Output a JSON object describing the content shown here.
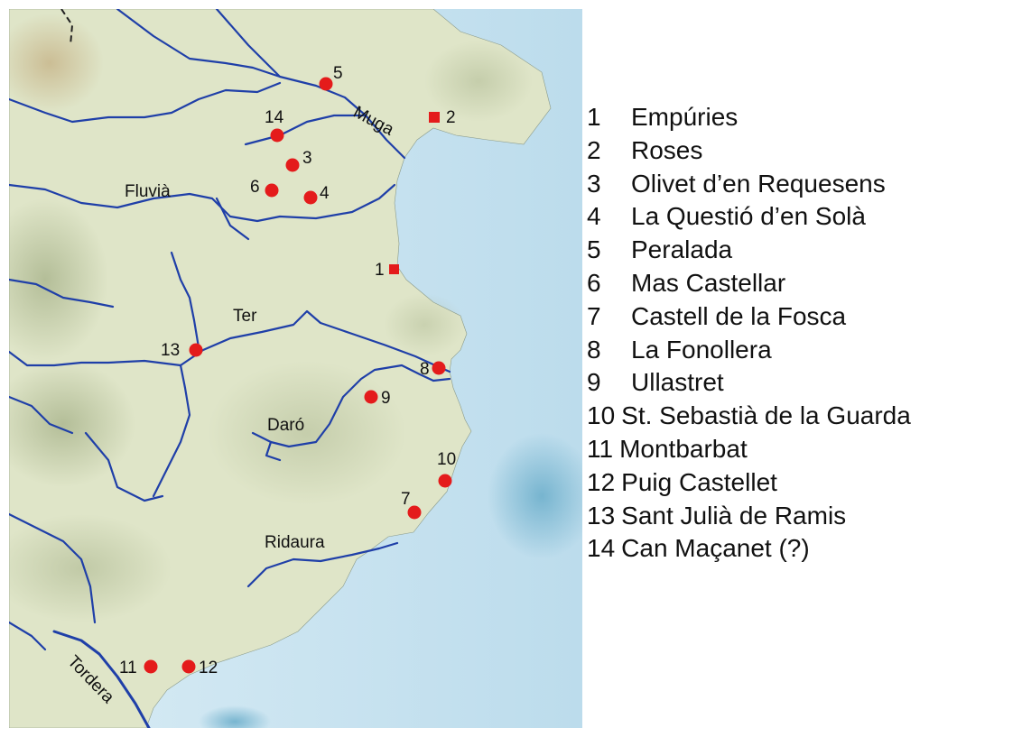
{
  "map": {
    "colors": {
      "sea": "#cfe6f2",
      "land": "#dfe5c8",
      "river": "#1f3fa8",
      "site": "#e41b1b"
    },
    "rivers": [
      {
        "id": "muga",
        "label": "Muga"
      },
      {
        "id": "fluvia",
        "label": "Fluvià"
      },
      {
        "id": "ter",
        "label": "Ter"
      },
      {
        "id": "daro",
        "label": "Daró"
      },
      {
        "id": "ridaura",
        "label": "Ridaura"
      },
      {
        "id": "tordera",
        "label": "Tordera"
      }
    ],
    "sites": [
      {
        "num": "1",
        "shape": "square"
      },
      {
        "num": "2",
        "shape": "square"
      },
      {
        "num": "3",
        "shape": "circle"
      },
      {
        "num": "4",
        "shape": "circle"
      },
      {
        "num": "5",
        "shape": "circle"
      },
      {
        "num": "6",
        "shape": "circle"
      },
      {
        "num": "7",
        "shape": "circle"
      },
      {
        "num": "8",
        "shape": "circle"
      },
      {
        "num": "9",
        "shape": "circle"
      },
      {
        "num": "10",
        "shape": "circle"
      },
      {
        "num": "11",
        "shape": "circle"
      },
      {
        "num": "12",
        "shape": "circle"
      },
      {
        "num": "13",
        "shape": "circle"
      },
      {
        "num": "14",
        "shape": "circle"
      }
    ]
  },
  "legend": [
    {
      "num": "1",
      "name": "Empúries"
    },
    {
      "num": "2",
      "name": "Roses"
    },
    {
      "num": "3",
      "name": "Olivet d’en Requesens"
    },
    {
      "num": "4",
      "name": "La Questió d’en Solà"
    },
    {
      "num": "5",
      "name": "Peralada"
    },
    {
      "num": "6",
      "name": "Mas Castellar"
    },
    {
      "num": "7",
      "name": "Castell de la Fosca"
    },
    {
      "num": "8",
      "name": "La Fonollera"
    },
    {
      "num": "9",
      "name": "Ullastret"
    },
    {
      "num": "10",
      "name": "St. Sebastià de la Guarda"
    },
    {
      "num": "11",
      "name": "Montbarbat"
    },
    {
      "num": "12",
      "name": "Puig Castellet"
    },
    {
      "num": "13",
      "name": "Sant Julià de Ramis"
    },
    {
      "num": "14",
      "name": "Can Maçanet (?)"
    }
  ]
}
